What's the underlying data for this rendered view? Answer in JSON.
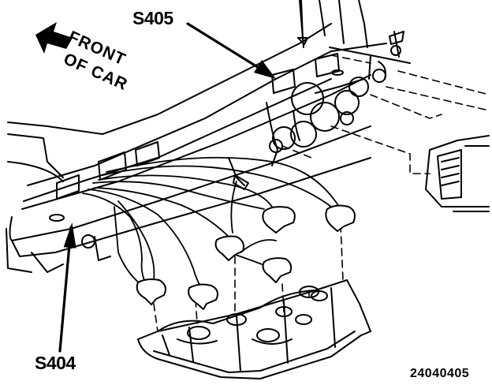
{
  "labels": {
    "connector_upper": "S405",
    "connector_lower": "S404",
    "direction_line1": "FRONT",
    "direction_line2": "OF CAR",
    "figure_number": "24040405"
  },
  "icons": {
    "direction_arrow": "front-of-car-arrow-icon"
  },
  "colors": {
    "ink": "#000000",
    "paper": "#ffffff"
  }
}
